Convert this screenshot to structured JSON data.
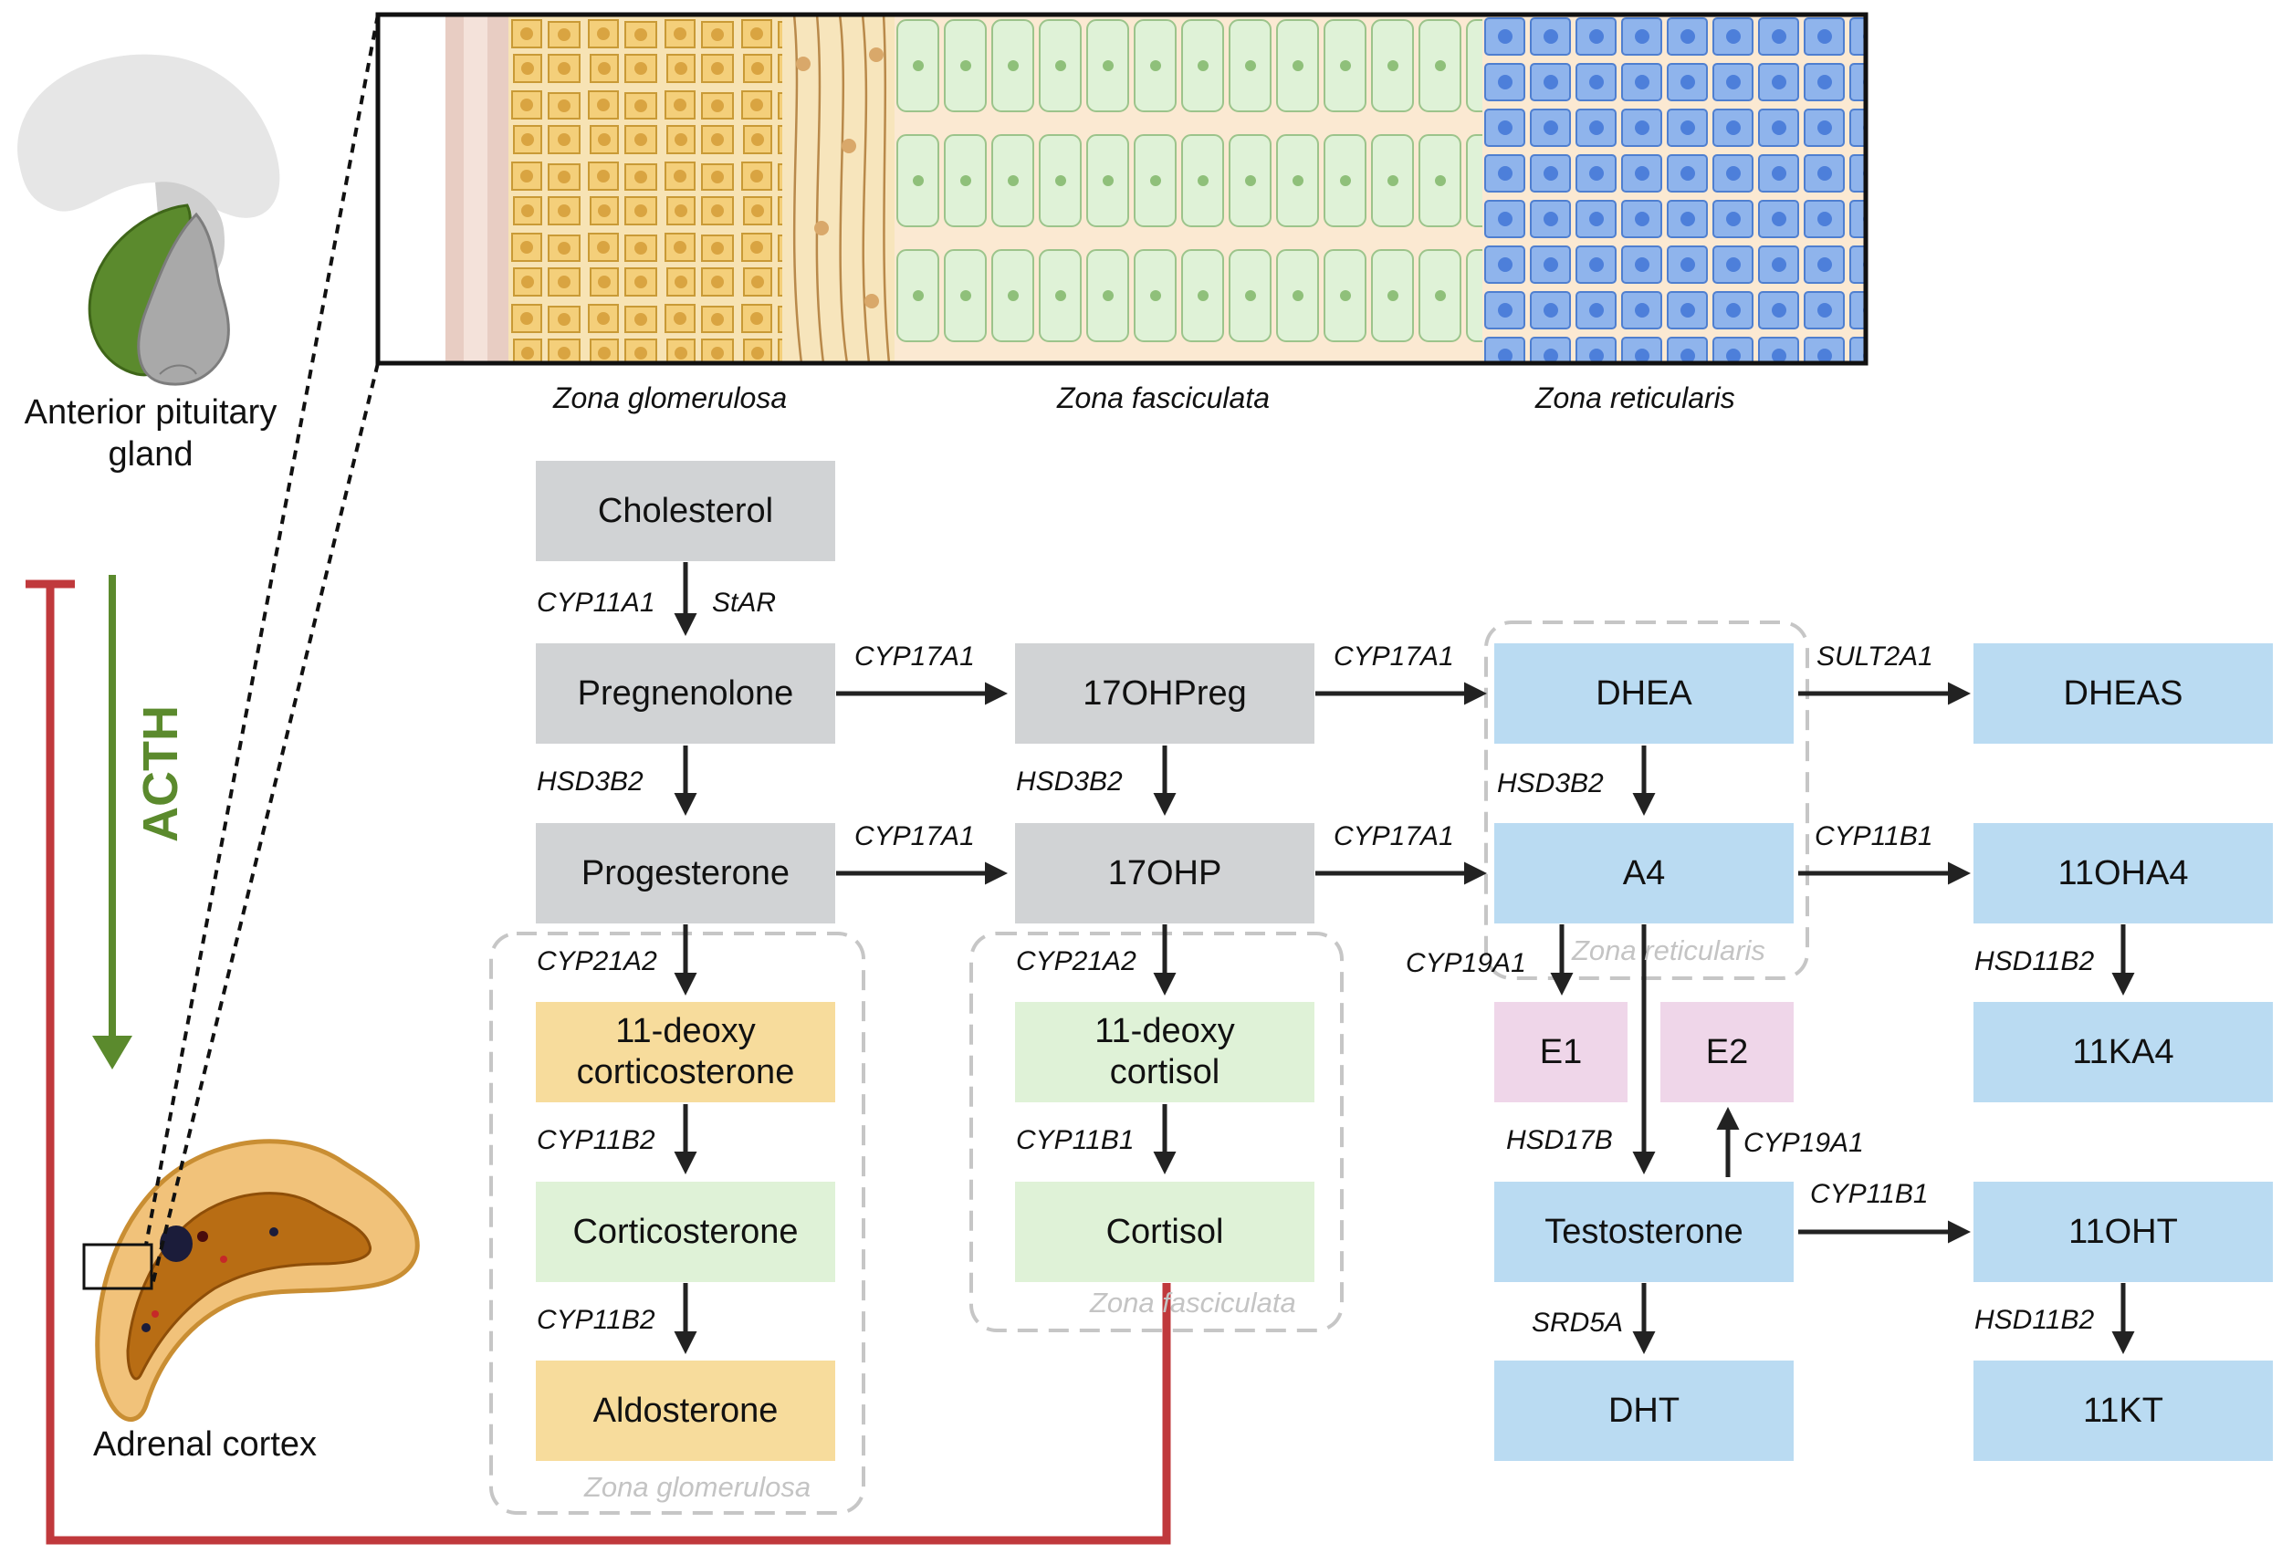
{
  "labels": {
    "pituitary": "Anterior pituitary gland",
    "acth": "ACTH",
    "adrenal": "Adrenal cortex"
  },
  "zones": {
    "glomerulosa": "Zona glomerulosa",
    "fasciculata": "Zona fasciculata",
    "reticularis": "Zona reticularis"
  },
  "steroids": {
    "cholesterol": "Cholesterol",
    "pregnenolone": "Pregnenolone",
    "progesterone": "Progesterone",
    "ohpreg17": "17OHPreg",
    "ohp17": "17OHP",
    "deoxycorticosterone_1": "11-deoxy",
    "deoxycorticosterone_2": "corticosterone",
    "corticosterone": "Corticosterone",
    "aldosterone": "Aldosterone",
    "deoxycortisol_1": "11-deoxy",
    "deoxycortisol_2": "cortisol",
    "cortisol": "Cortisol",
    "dhea": "DHEA",
    "dheas": "DHEAS",
    "a4": "A4",
    "e1": "E1",
    "e2": "E2",
    "testosterone": "Testosterone",
    "dht": "DHT",
    "ohA4_11": "11OHA4",
    "ka4_11": "11KA4",
    "oht_11": "11OHT",
    "kt_11": "11KT"
  },
  "enzymes": {
    "cyp11a1": "CYP11A1",
    "star": "StAR",
    "hsd3b2_a": "HSD3B2",
    "cyp17a1_a": "CYP17A1",
    "cyp17a1_b": "CYP17A1",
    "hsd3b2_b": "HSD3B2",
    "cyp17a1_c": "CYP17A1",
    "cyp17a1_d": "CYP17A1",
    "sult2a1": "SULT2A1",
    "hsd3b2_c": "HSD3B2",
    "cyp11b1_a": "CYP11B1",
    "cyp21a2_a": "CYP21A2",
    "cyp11b2_a": "CYP11B2",
    "cyp11b2_b": "CYP11B2",
    "cyp21a2_b": "CYP21A2",
    "cyp11b1_b": "CYP11B1",
    "cyp19a1_a": "CYP19A1",
    "hsd17b": "HSD17B",
    "cyp19a1_b": "CYP19A1",
    "srd5a": "SRD5A",
    "hsd11b2_a": "HSD11B2",
    "cyp11b1_c": "CYP11B1",
    "hsd11b2_b": "HSD11B2"
  },
  "colors": {
    "gray_box": "#d1d3d5",
    "glomerulosa_box": "#f7dc9c",
    "fasciculata_box": "#dff2d7",
    "reticularis_box": "#badbf2",
    "estrogen_box": "#efd6e9",
    "acth_green": "#5b8a2d",
    "feedback_red": "#c0393c"
  }
}
